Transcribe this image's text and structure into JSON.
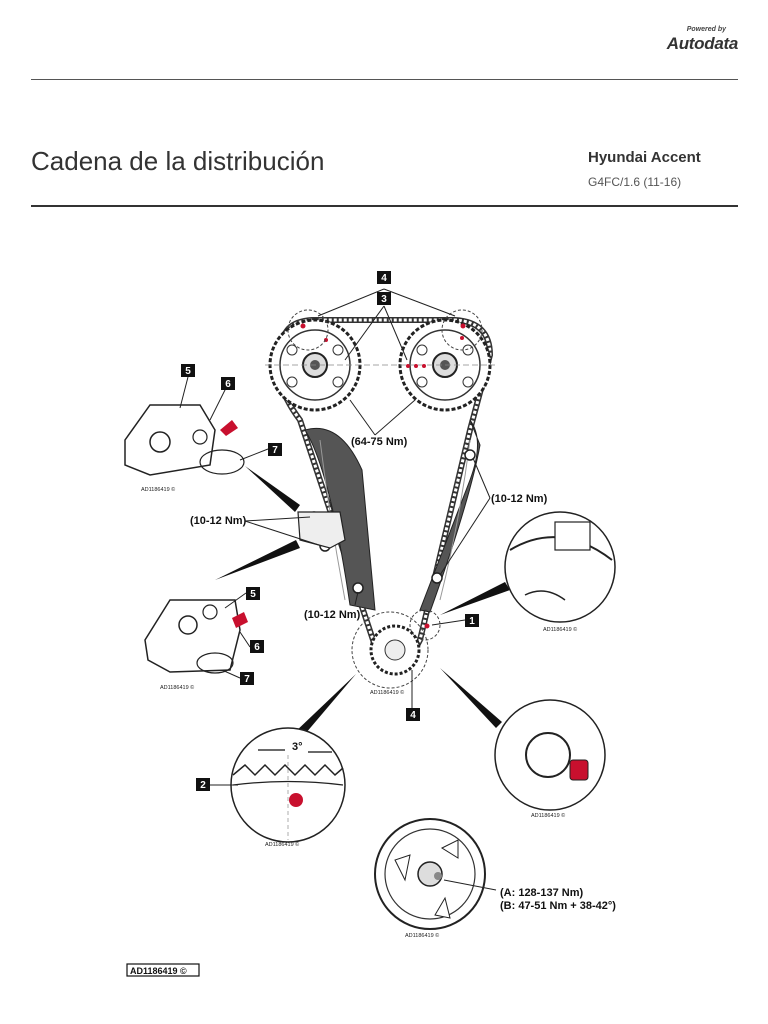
{
  "header": {
    "powered_by": "Powered by",
    "brand": "Autodata"
  },
  "page": {
    "title": "Cadena de la distribución",
    "vehicle": "Hyundai Accent",
    "variant": "G4FC/1.6 (11-16)"
  },
  "diagram": {
    "callouts": {
      "c1": "1",
      "c2": "2",
      "c3": "3",
      "c4a": "4",
      "c4b": "4",
      "c5a": "5",
      "c5b": "5",
      "c6a": "6",
      "c6b": "6",
      "c7a": "7",
      "c7b": "7"
    },
    "torques": {
      "camshaft": "(64-75 Nm)",
      "tensioner_bolts": "(10-12 Nm)",
      "guide_right": "(10-12 Nm)",
      "guide_left": "(10-12 Nm)",
      "pulley_a": "(A: 128-137 Nm)",
      "pulley_b": "(B: 47-51 Nm + 38-42°)"
    },
    "angle": "3°",
    "ref_code": "AD1186419 ©",
    "footer_ref": "AD1186419 ©"
  }
}
